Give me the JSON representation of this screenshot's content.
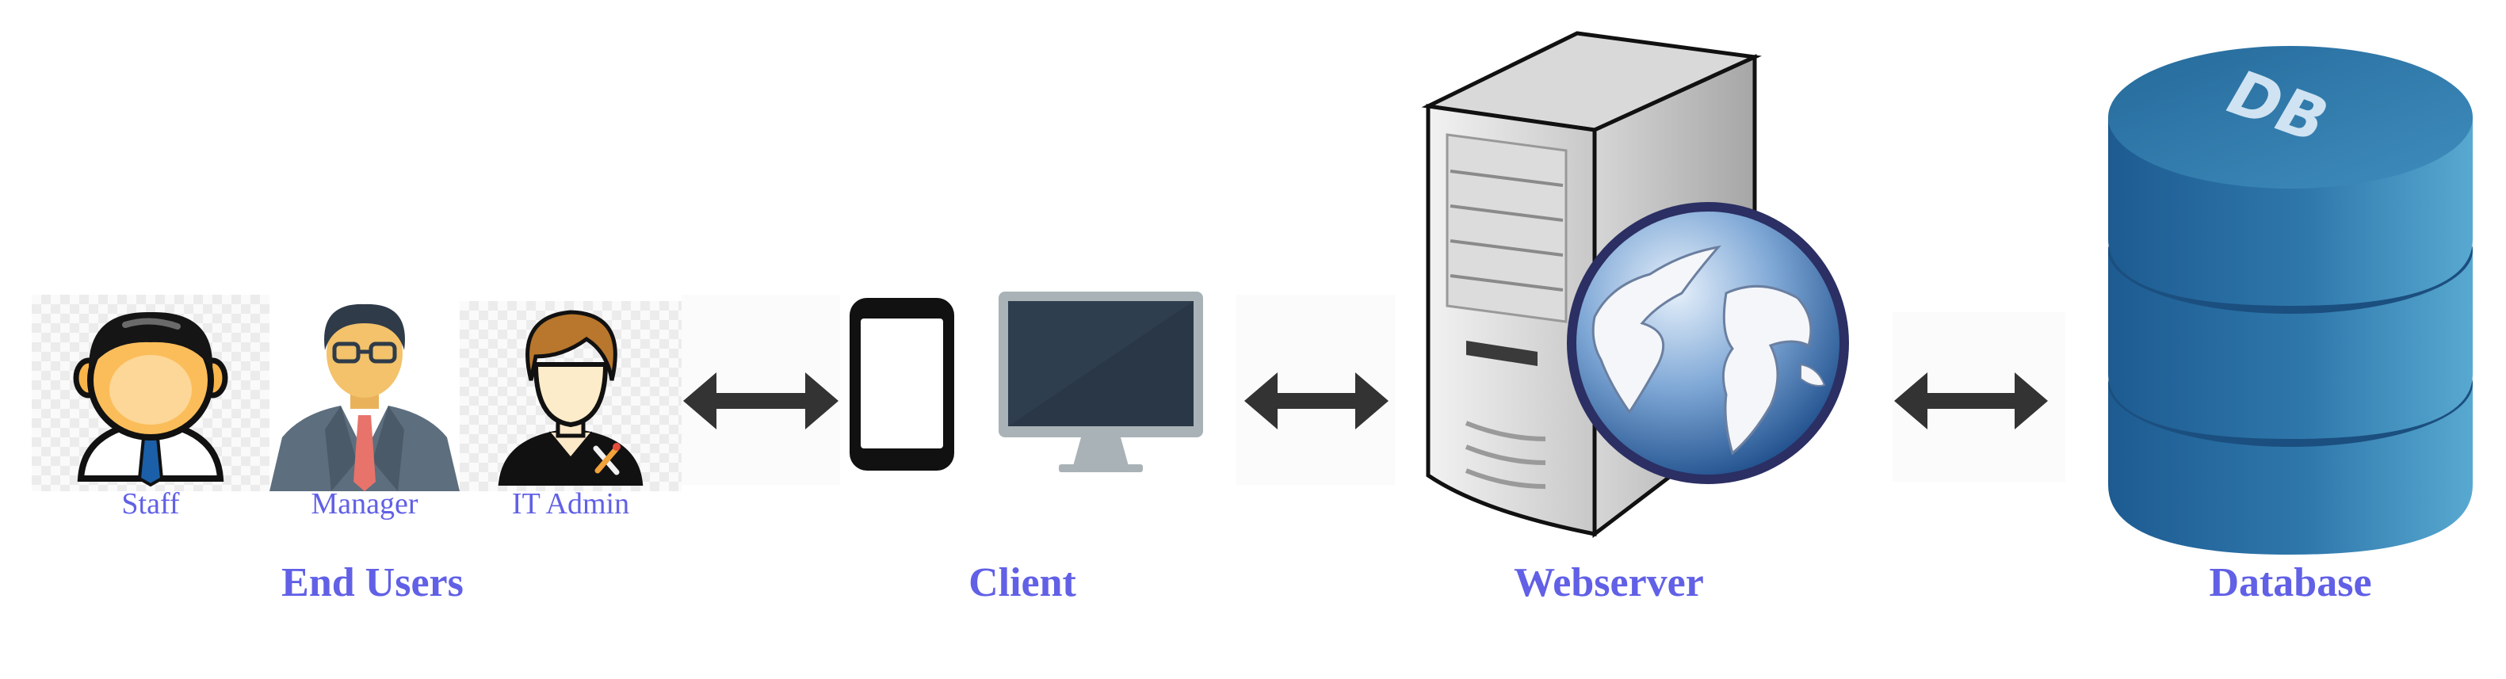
{
  "users": {
    "staff": "Staff",
    "manager": "Manager",
    "it_admin": "IT Admin"
  },
  "tiers": {
    "end_users": "End Users",
    "client": "Client",
    "webserver": "Webserver",
    "database": "Database"
  },
  "icons": {
    "db_logo": "DB"
  },
  "colors": {
    "label": "#6160e6",
    "arrow": "#333333",
    "db_blue": "#2a6a99"
  }
}
